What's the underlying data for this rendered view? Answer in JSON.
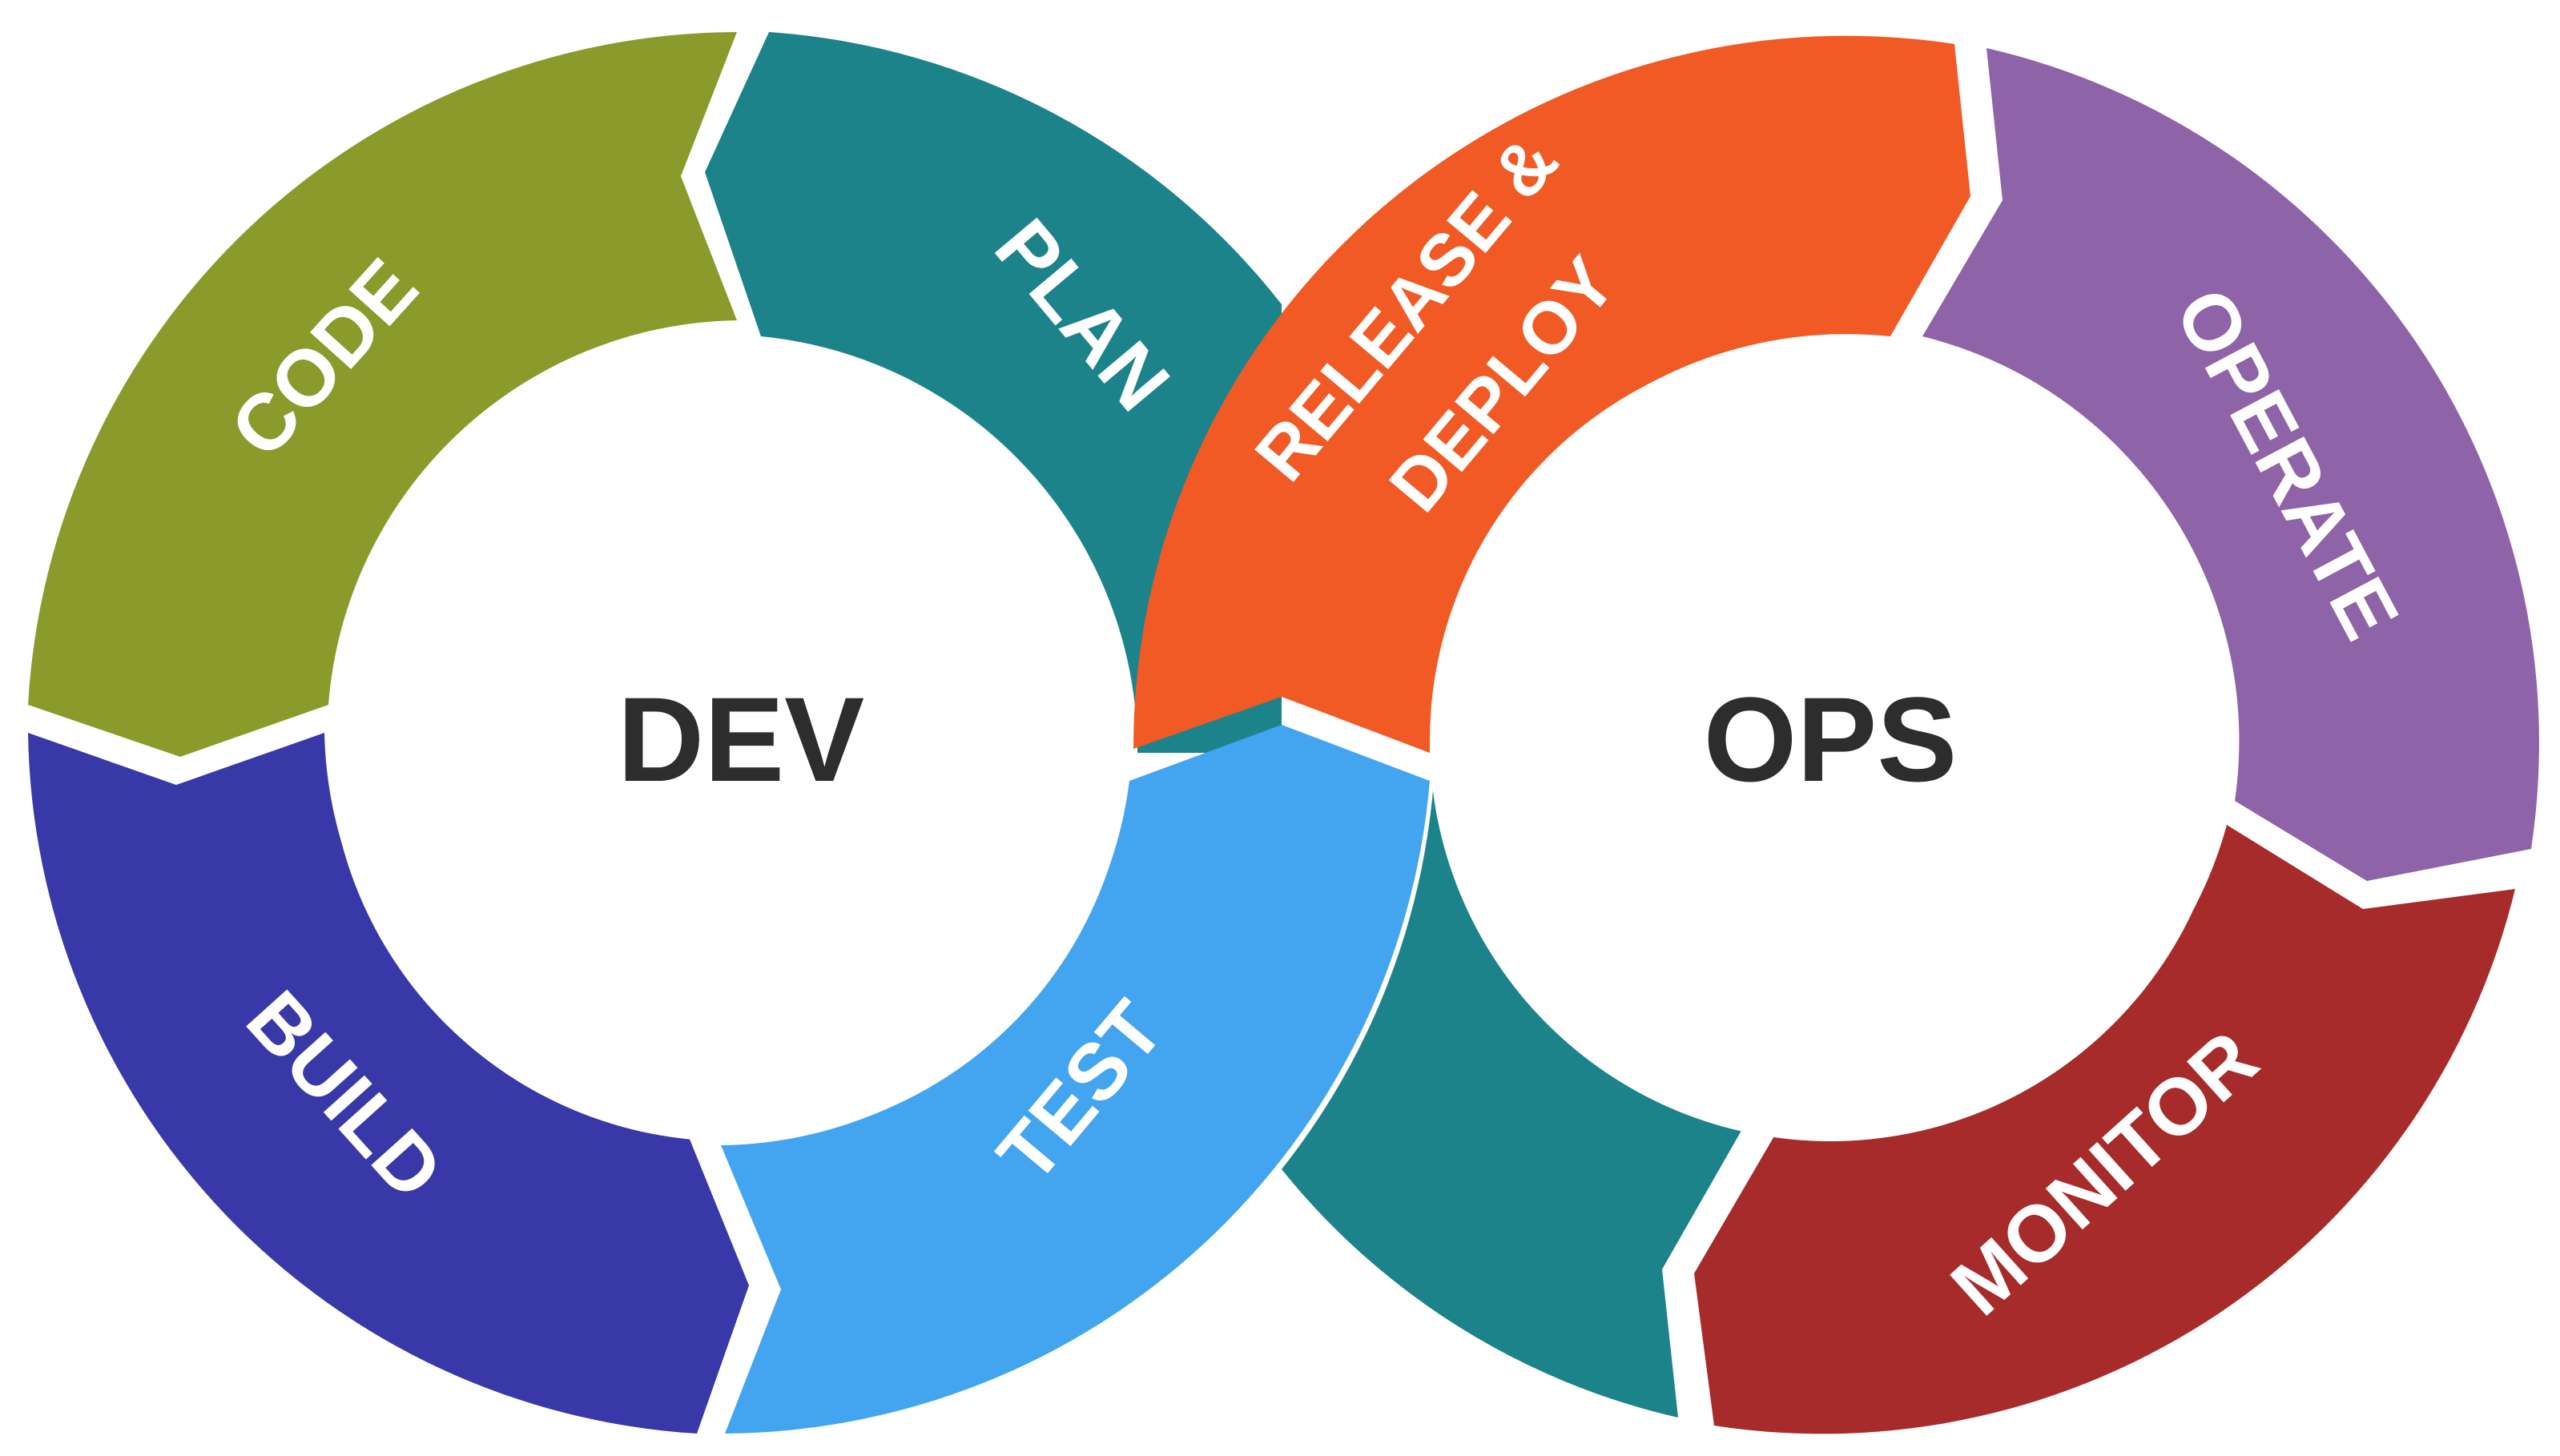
{
  "diagram": {
    "dev_label": "DEV",
    "ops_label": "OPS",
    "segments": [
      {
        "id": "plan",
        "label": "PLAN",
        "color": "#1c838b"
      },
      {
        "id": "code",
        "label": "CODE",
        "color": "#8a9b2b"
      },
      {
        "id": "build",
        "label": "BUILD",
        "color": "#3838a8"
      },
      {
        "id": "test",
        "label": "TEST",
        "color": "#43a5f0"
      },
      {
        "id": "release",
        "label": "RELEASE &",
        "label2": "DEPLOY",
        "color": "#f15a24"
      },
      {
        "id": "operate",
        "label": "OPERATE",
        "color": "#8f63a8"
      },
      {
        "id": "monitor",
        "label": "MONITOR",
        "color": "#a82b2b"
      },
      {
        "id": "connector",
        "label": "",
        "color": "#1c838b"
      }
    ]
  }
}
